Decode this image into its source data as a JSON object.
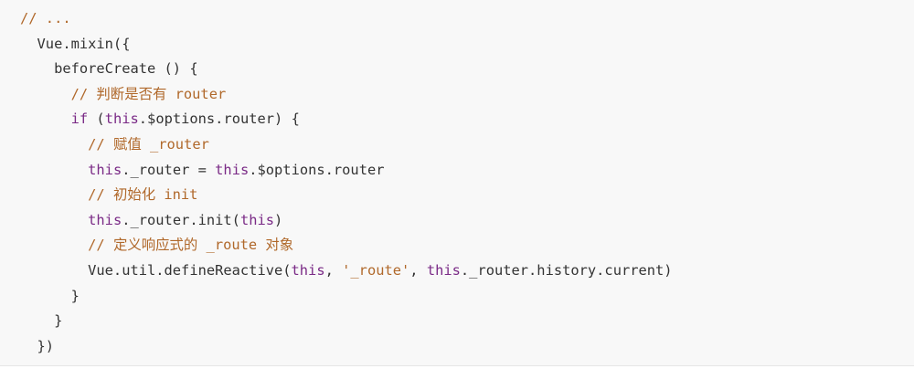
{
  "code": {
    "colors": {
      "background": "#f8f8f8",
      "text": "#333333",
      "comment": "#b0682a",
      "keyword": "#7a2a86",
      "string": "#b0682a"
    },
    "lines": [
      [
        {
          "t": "// ...",
          "c": "comment"
        }
      ],
      [
        {
          "t": "  Vue.mixin({",
          "c": ""
        }
      ],
      [
        {
          "t": "    beforeCreate () {",
          "c": ""
        }
      ],
      [
        {
          "t": "      ",
          "c": ""
        },
        {
          "t": "// 判断是否有 router",
          "c": "comment"
        }
      ],
      [
        {
          "t": "      ",
          "c": ""
        },
        {
          "t": "if",
          "c": "kw"
        },
        {
          "t": " (",
          "c": ""
        },
        {
          "t": "this",
          "c": "kw"
        },
        {
          "t": ".$options.router) {",
          "c": ""
        }
      ],
      [
        {
          "t": "        ",
          "c": ""
        },
        {
          "t": "// 赋值 _router",
          "c": "comment"
        }
      ],
      [
        {
          "t": "        ",
          "c": ""
        },
        {
          "t": "this",
          "c": "kw"
        },
        {
          "t": "._router = ",
          "c": ""
        },
        {
          "t": "this",
          "c": "kw"
        },
        {
          "t": ".$options.router",
          "c": ""
        }
      ],
      [
        {
          "t": "        ",
          "c": ""
        },
        {
          "t": "// 初始化 init",
          "c": "comment"
        }
      ],
      [
        {
          "t": "        ",
          "c": ""
        },
        {
          "t": "this",
          "c": "kw"
        },
        {
          "t": "._router.init(",
          "c": ""
        },
        {
          "t": "this",
          "c": "kw"
        },
        {
          "t": ")",
          "c": ""
        }
      ],
      [
        {
          "t": "        ",
          "c": ""
        },
        {
          "t": "// 定义响应式的 _route 对象",
          "c": "comment"
        }
      ],
      [
        {
          "t": "        Vue.util.defineReactive(",
          "c": ""
        },
        {
          "t": "this",
          "c": "kw"
        },
        {
          "t": ", ",
          "c": ""
        },
        {
          "t": "'_route'",
          "c": "str"
        },
        {
          "t": ", ",
          "c": ""
        },
        {
          "t": "this",
          "c": "kw"
        },
        {
          "t": "._router.history.current)",
          "c": ""
        }
      ],
      [
        {
          "t": "      }",
          "c": ""
        }
      ],
      [
        {
          "t": "    }",
          "c": ""
        }
      ],
      [
        {
          "t": "  })",
          "c": ""
        }
      ]
    ]
  }
}
